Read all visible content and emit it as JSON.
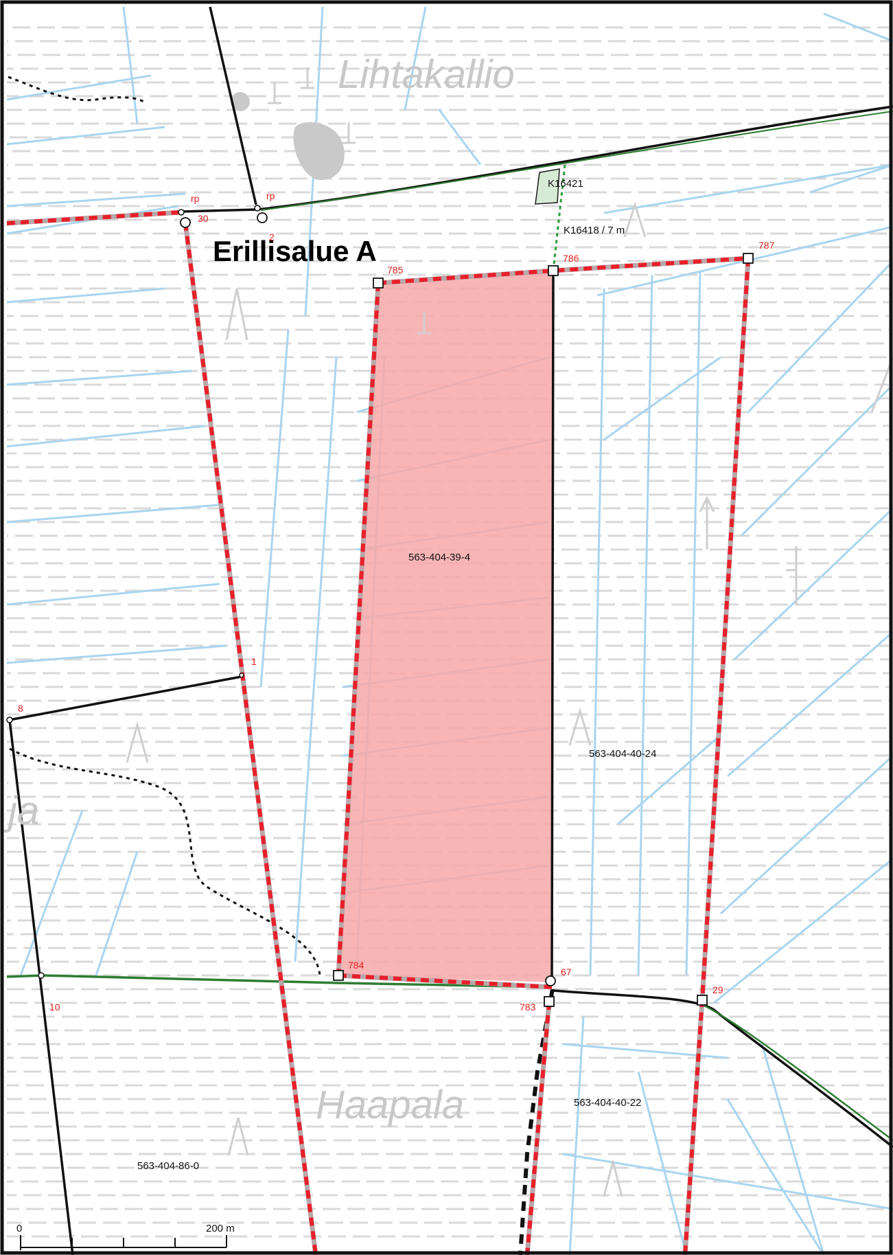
{
  "map": {
    "title": "Erillisalue A",
    "place_names": {
      "north": "Lihtakallio",
      "south": "Haapala",
      "west_fragment": "ja"
    },
    "parcels": {
      "highlight": "563-404-39-4",
      "east": "563-404-40-24",
      "southeast": "563-404-40-22",
      "southwest": "563-404-86-0"
    },
    "points": {
      "p785": "785",
      "p786": "786",
      "p787": "787",
      "p784": "784",
      "p783": "783",
      "p67": "67",
      "p29": "29",
      "p30": "30",
      "p1": "1",
      "p8": "8",
      "p10": "10",
      "p2": "2",
      "rp_left": "rp",
      "rp_right": "rp"
    },
    "easements": {
      "box": "K16421",
      "line": "K16418 / 7 m"
    },
    "scale_bar": {
      "start": "0",
      "end": "200 m"
    },
    "colors": {
      "highlight_fill": "#f7a8a8",
      "boundary_red": "#e8202a",
      "water": "#a7d3ee",
      "road_green": "#2e7d32",
      "marsh_hatch": "#d6d6d6"
    }
  }
}
